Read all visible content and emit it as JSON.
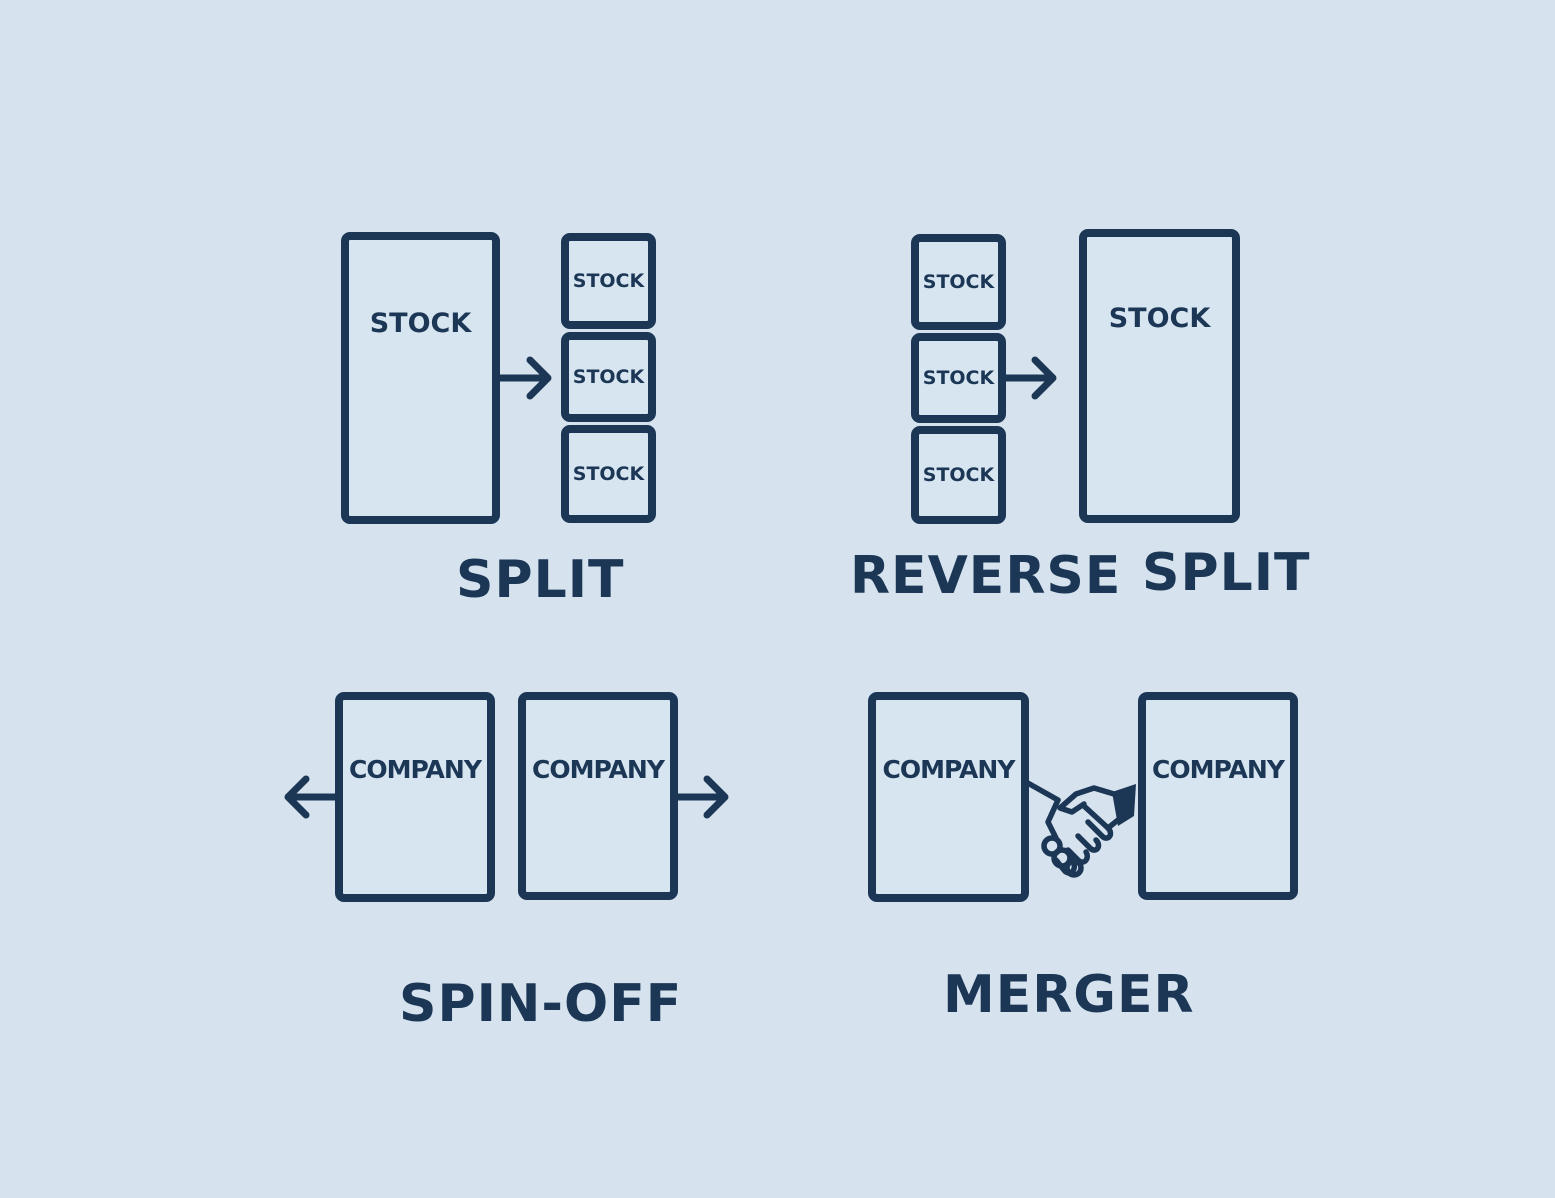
{
  "colors": {
    "background": "#d6e3ef",
    "stroke": "#1c3756",
    "box_fill": "#d7e5f1"
  },
  "split": {
    "title": "SPLIT",
    "large_box_label": "STOCK",
    "small_box_labels": [
      "STOCK",
      "STOCK",
      "STOCK"
    ],
    "arrow_icon": "right-arrow-icon"
  },
  "reverse_split": {
    "title_word1": "REVERSE",
    "title_word2": "SPLIT",
    "small_box_labels": [
      "STOCK",
      "STOCK",
      "STOCK"
    ],
    "large_box_label": "STOCK",
    "arrow_icon": "right-arrow-icon"
  },
  "spin_off": {
    "title": "SPIN-OFF",
    "left_box_label": "COMPANY",
    "right_box_label": "COMPANY",
    "left_arrow_icon": "left-arrow-icon",
    "right_arrow_icon": "right-arrow-icon"
  },
  "merger": {
    "title": "MERGER",
    "left_box_label": "COMPANY",
    "right_box_label": "COMPANY",
    "connector_icon": "handshake-icon"
  }
}
